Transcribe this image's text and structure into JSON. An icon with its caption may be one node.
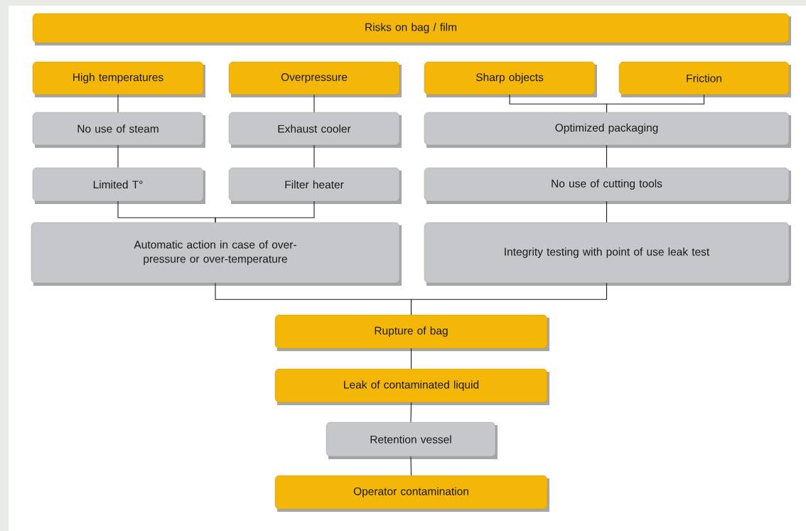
{
  "diagram": {
    "nodes": [
      {
        "text": [
          "Risks on bag / film"
        ]
      },
      {
        "text": [
          "High temperatures"
        ]
      },
      {
        "text": [
          "Overpressure"
        ]
      },
      {
        "text": [
          "Sharp objects"
        ]
      },
      {
        "text": [
          "Friction"
        ]
      },
      {
        "text": [
          "No use of steam"
        ]
      },
      {
        "text": [
          "Exhaust cooler"
        ]
      },
      {
        "text": [
          "Optimized packaging"
        ]
      },
      {
        "text": [
          "Limited T°"
        ]
      },
      {
        "text": [
          "Filter heater"
        ]
      },
      {
        "text": [
          "No use of cutting tools"
        ]
      },
      {
        "text": [
          "Automatic action in case of over-pressure or over-temperature"
        ]
      },
      {
        "text": [
          "Integrity testing with point of use leak test"
        ]
      },
      {
        "text": [
          "Rupture of bag"
        ]
      },
      {
        "text": [
          "Leak of contaminated liquid"
        ]
      },
      {
        "text": [
          "Retention vessel"
        ]
      },
      {
        "text": [
          "Operator contamination"
        ]
      }
    ],
    "edges": [
      {
        "from": 1,
        "to": 5,
        "arrow": "none"
      },
      {
        "from": 5,
        "to": 8,
        "arrow": "none"
      },
      {
        "from": 2,
        "to": 6,
        "arrow": "none"
      },
      {
        "from": 6,
        "to": 9,
        "arrow": "none"
      },
      {
        "from": 8,
        "to": 11,
        "arrow": "none"
      },
      {
        "from": 9,
        "to": 11,
        "arrow": "none"
      },
      {
        "from": 3,
        "to": 7,
        "arrow": "none"
      },
      {
        "from": 4,
        "to": 7,
        "arrow": "none"
      },
      {
        "from": 7,
        "to": 10,
        "arrow": "none"
      },
      {
        "from": 10,
        "to": 12,
        "arrow": "none"
      },
      {
        "from": 11,
        "to": 13,
        "arrow": "none"
      },
      {
        "from": 12,
        "to": 13,
        "arrow": "none"
      },
      {
        "from": 13,
        "to": 14,
        "arrow": "none"
      },
      {
        "from": 14,
        "to": 15,
        "arrow": "none"
      },
      {
        "from": 15,
        "to": 16,
        "arrow": "none"
      }
    ]
  }
}
